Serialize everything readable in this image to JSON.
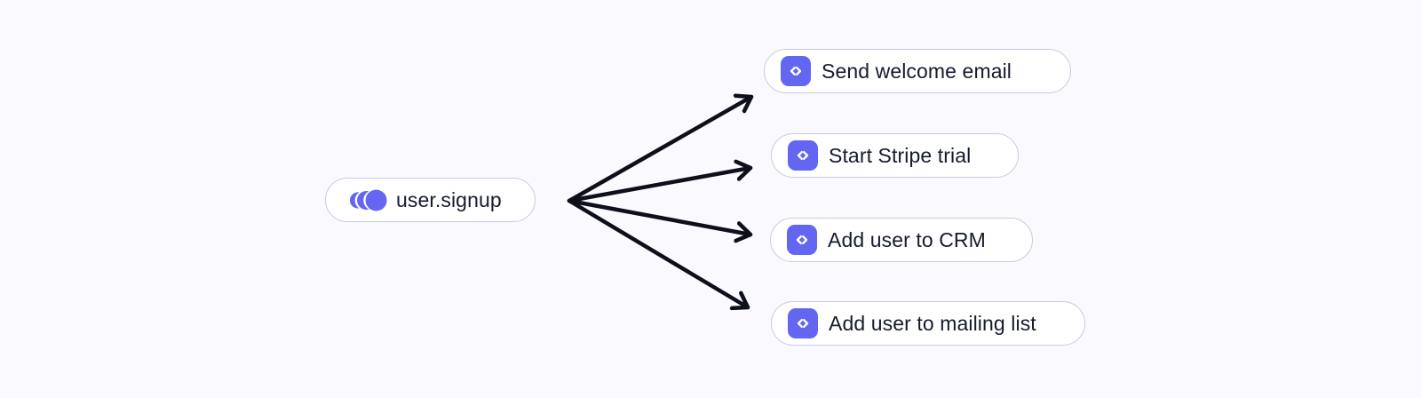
{
  "diagram": {
    "event": {
      "label": "user.signup",
      "icon": "event-pulse-icon"
    },
    "functions": [
      {
        "label": "Send welcome email",
        "icon": "code-icon"
      },
      {
        "label": "Start Stripe trial",
        "icon": "code-icon"
      },
      {
        "label": "Add user to CRM",
        "icon": "code-icon"
      },
      {
        "label": "Add user to mailing list",
        "icon": "code-icon"
      }
    ],
    "arrow_count": 4
  },
  "colors": {
    "background": "#f9f9fe",
    "accent": "#6366f1",
    "node_background": "#ffffff",
    "node_border": "#c4cedb",
    "text": "#151b2c",
    "arrow": "#0d0f1a"
  }
}
